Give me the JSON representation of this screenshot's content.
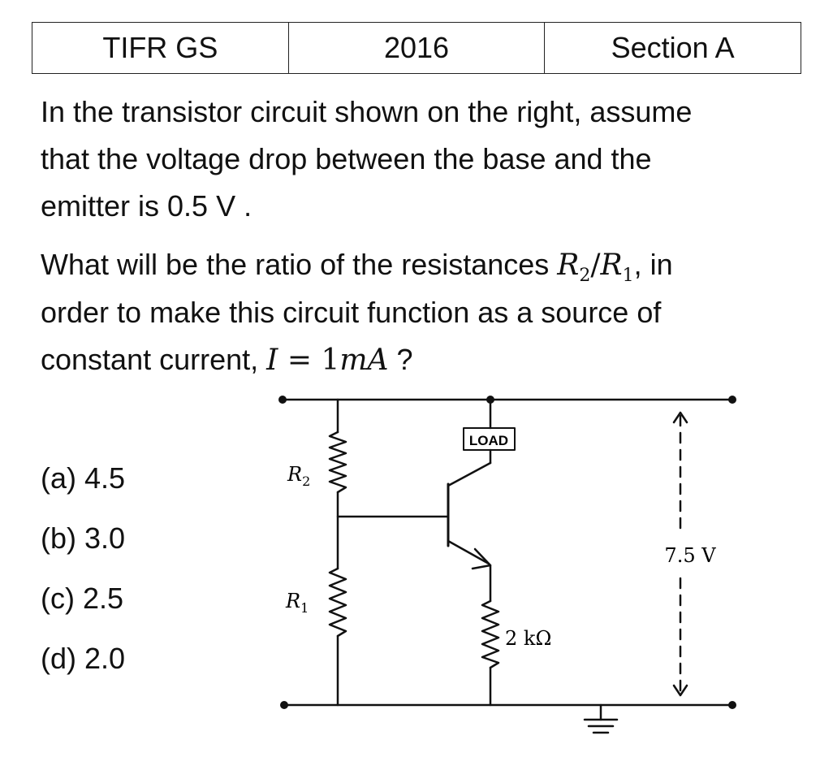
{
  "header": {
    "exam": "TIFR GS",
    "year": "2016",
    "section": "Section A"
  },
  "question": {
    "para1_line1": "In the transistor circuit shown on the right, assume",
    "para1_line2": "that the voltage drop between the base and the",
    "para1_line3": "emitter is 0.5 V .",
    "para2_prefix": "What will be the ratio of the resistances ",
    "para2_suffix": ", in",
    "para2_line2": "order to make this circuit function as a source of",
    "para2_line3_prefix": "constant current, ",
    "para2_line3_suffix": " ?",
    "ratio_r2": "R",
    "ratio_r2_sub": "2",
    "ratio_slash": "/",
    "ratio_r1": "R",
    "ratio_r1_sub": "1",
    "current_expr_var": "I",
    "current_expr_eq": " = ",
    "current_expr_val": "1",
    "current_expr_unit": "mA"
  },
  "options": [
    {
      "label": "(a) 4.5"
    },
    {
      "label": "(b) 3.0"
    },
    {
      "label": "(c) 2.5"
    },
    {
      "label": "(d) 2.0"
    }
  ],
  "circuit": {
    "load_label": "LOAD",
    "r2_label": "R",
    "r2_sub": "2",
    "r1_label": "R",
    "r1_sub": "1",
    "emitter_resistor": "2 kΩ",
    "supply_voltage": "7.5 V"
  }
}
